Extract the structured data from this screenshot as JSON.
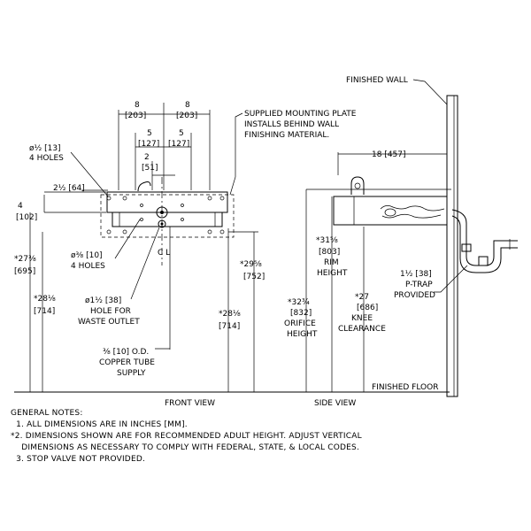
{
  "front_view": {
    "label": "FRONT VIEW",
    "dim_width_left": "8",
    "dim_width_left_mm": "[203]",
    "dim_width_right": "8",
    "dim_width_right_mm": "[203]",
    "dim_inner_left": "5",
    "dim_inner_left_mm": "[127]",
    "dim_inner_right": "5",
    "dim_inner_right_mm": "[127]",
    "dim_center_2": "2",
    "dim_center_2_mm": "[51]",
    "dim_side_offset": "2½ [64]",
    "dim_height_4": "4",
    "dim_height_4_mm": "[102]",
    "holes_half": "ø½ [13]",
    "holes_half_count": "4 HOLES",
    "holes_3_8": "ø⅜ [10]",
    "holes_3_8_count": "4 HOLES",
    "dim_27": "*27⅜",
    "dim_27_mm": "[695]",
    "dim_28_left": "*28⅛",
    "dim_28_left_mm": "[714]",
    "dim_29": "*29⅝",
    "dim_29_mm": "[752]",
    "dim_28_right": "*28⅛",
    "dim_28_right_mm": "[714]",
    "waste_line1": "ø1½ [38]",
    "waste_line2": "HOLE FOR",
    "waste_line3": "WASTE OUTLET",
    "supply_line1": "⅜ [10] O.D.",
    "supply_line2": "COPPER TUBE",
    "supply_line3": "SUPPLY",
    "centerline": "C L",
    "plate_line1": "SUPPLIED MOUNTING PLATE",
    "plate_line2": "INSTALLS BEHIND WALL",
    "plate_line3": "FINISHING MATERIAL."
  },
  "side_view": {
    "label": "SIDE VIEW",
    "finished_wall": "FINISHED WALL",
    "finished_floor": "FINISHED FLOOR",
    "dim_18": "18 [457]",
    "rim_1": "*31⅝",
    "rim_2": "[803]",
    "rim_3": "RIM",
    "rim_4": "HEIGHT",
    "orifice_1": "*32¾",
    "orifice_2": "[832]",
    "orifice_3": "ORIFICE",
    "orifice_4": "HEIGHT",
    "knee_1": "*27",
    "knee_2": "[686]",
    "knee_3": "KNEE",
    "knee_4": "CLEARANCE",
    "ptrap_1": "1½ [38]",
    "ptrap_2": "P-TRAP",
    "ptrap_3": "PROVIDED"
  },
  "notes": {
    "title": "GENERAL NOTES:",
    "n1": "  1. ALL DIMENSIONS ARE IN INCHES [MM].",
    "n2a": "*2. DIMENSIONS SHOWN ARE FOR RECOMMENDED ADULT HEIGHT. ADJUST VERTICAL",
    "n2b": "    DIMENSIONS AS NECESSARY TO COMPLY WITH FEDERAL, STATE, & LOCAL CODES.",
    "n3": "  3. STOP VALVE NOT PROVIDED."
  }
}
